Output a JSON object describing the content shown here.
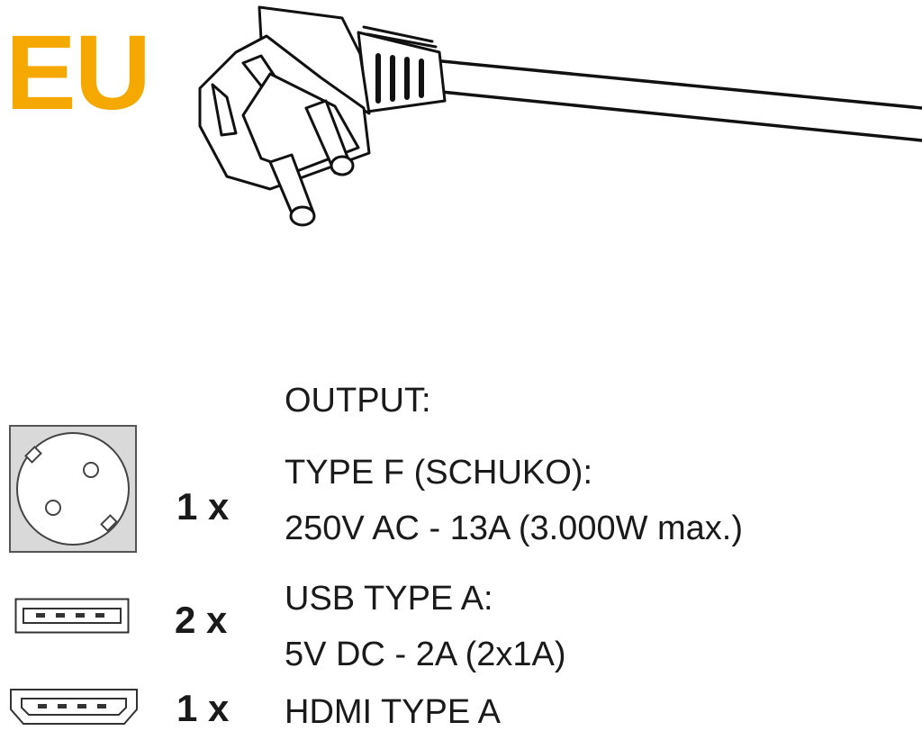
{
  "region": {
    "label": "EU",
    "color": "#f5a800"
  },
  "plug_icon": {
    "name": "schuko-angled-plug-icon"
  },
  "output": {
    "heading": "OUTPUT:",
    "ports": [
      {
        "icon": "schuko-socket-icon",
        "quantity": "1 x",
        "name": "TYPE F (SCHUKO):",
        "rating": "250V AC - 13A (3.000W max.)"
      },
      {
        "icon": "usb-a-port-icon",
        "quantity": "2 x",
        "name": "USB TYPE A:",
        "rating": "5V DC - 2A (2x1A)"
      },
      {
        "icon": "hdmi-a-port-icon",
        "quantity": "1 x",
        "name": "HDMI TYPE A",
        "rating": ""
      }
    ]
  },
  "colors": {
    "text": "#1a1a1a",
    "socket_bg": "#d9d9d9"
  }
}
